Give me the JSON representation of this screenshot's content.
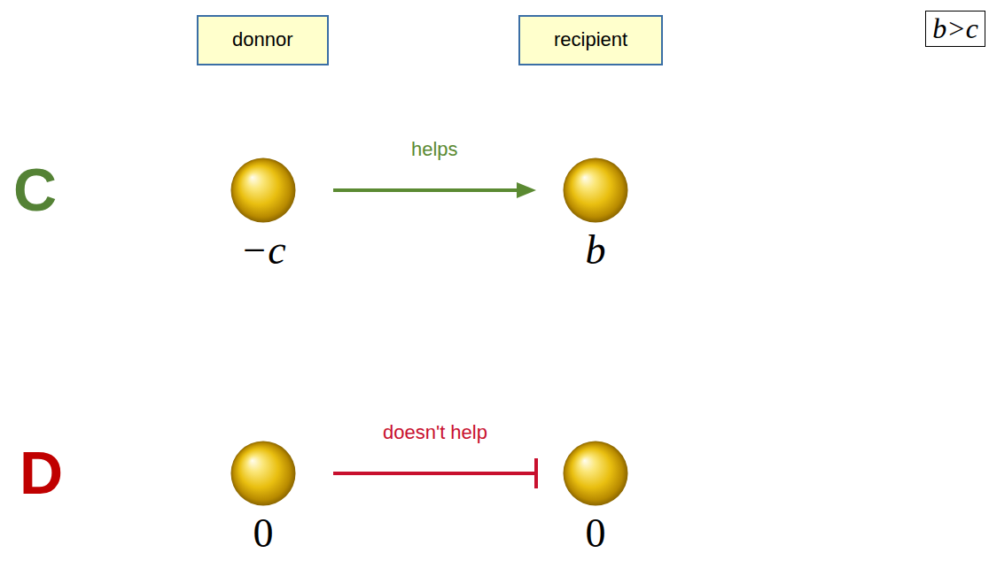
{
  "diagram": {
    "nodes": [
      {
        "text": [
          "donnor"
        ]
      },
      {
        "text": [
          "recipient"
        ]
      },
      {
        "text": [
          "b>c"
        ]
      },
      {
        "text": [
          "−c"
        ]
      },
      {
        "text": [
          "b"
        ]
      },
      {
        "text": [
          "0"
        ]
      },
      {
        "text": [
          "0"
        ]
      }
    ],
    "edges": [
      {
        "from": 3,
        "to": 4,
        "arrow": "to",
        "label": "helps"
      },
      {
        "from": 5,
        "to": 6,
        "arrow": "to",
        "label": "doesn't help"
      }
    ],
    "labels": [
      "C",
      "D"
    ]
  }
}
